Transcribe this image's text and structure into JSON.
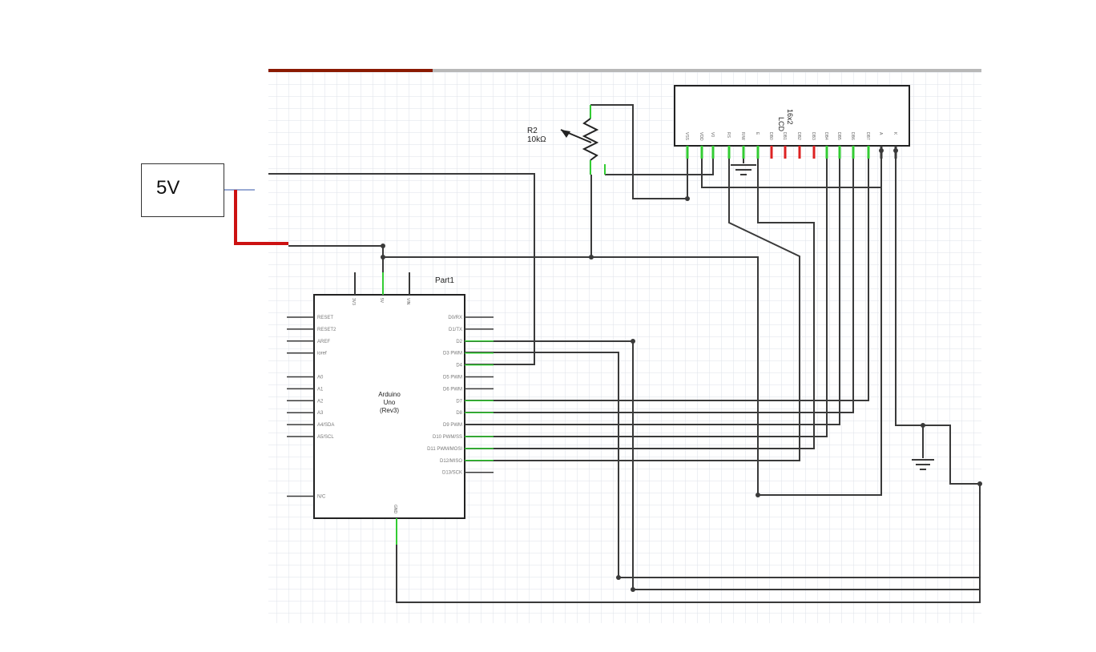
{
  "supply_box": {
    "label": "5V"
  },
  "potentiometer": {
    "ref": "R2",
    "value": "10kΩ"
  },
  "lcd": {
    "name": "LCD",
    "model": "16x2",
    "pins": [
      "VSS",
      "VDD",
      "V0",
      "RS",
      "R/W",
      "E",
      "DB0",
      "DB1",
      "DB2",
      "DB3",
      "DB4",
      "DB5",
      "DB6",
      "DB7",
      "A",
      "K"
    ]
  },
  "arduino": {
    "part": "Part1",
    "title": [
      "Arduino",
      "Uno",
      "(Rev3)"
    ],
    "top_pins": [
      "3V3",
      "5V",
      "VIN"
    ],
    "bottom_pin": "GND",
    "left_pins": [
      "RESET",
      "RESET2",
      "AREF",
      "ioref",
      "",
      "A0",
      "A1",
      "A2",
      "A3",
      "A4/SDA",
      "A5/SCL",
      "",
      "",
      "",
      "",
      "N/C"
    ],
    "right_pins": [
      "D0/RX",
      "D1/TX",
      "D2",
      "D3 PWM",
      "D4",
      "D5 PWM",
      "D6 PWM",
      "D7",
      "D8",
      "D9 PWM",
      "D10 PWM/SS",
      "D11 PWM/MOSI",
      "D12/MISO",
      "D13/SCK"
    ]
  },
  "colors": {
    "grid": "#dde2e8",
    "wire": "#3a3a3a",
    "supply": "#cc1111",
    "pin_ok": "#33cc33",
    "pin_nc": "#dd2222",
    "top_bar_left": "#8b1a00",
    "top_bar_right": "#b8b8b8"
  }
}
